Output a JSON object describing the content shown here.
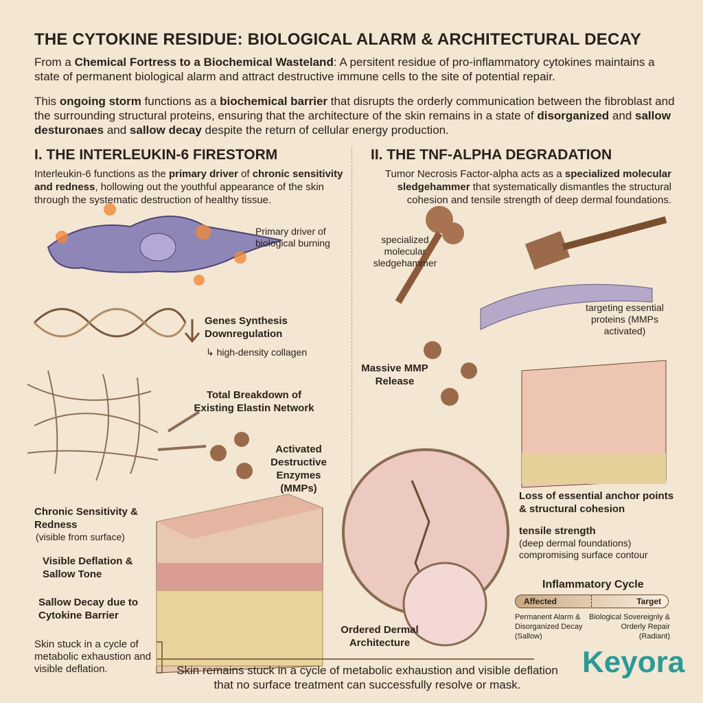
{
  "title": "THE CYTOKINE RESIDUE: BIOLOGICAL ALARM & ARCHITECTURAL DECAY",
  "intro1": {
    "a": "From a ",
    "b": "Chemical Fortress to a Biochemical Wasteland",
    "c": ": A persitent residue of pro-inflammatory cytokines maintains a state of permanent biological alarm and attract destructive immune cells to the site of potential repair."
  },
  "intro2": {
    "a": "This ",
    "b": "ongoing storm",
    "c": " functions as a ",
    "d": "biochemical barrier",
    "e": " that disrupts the orderly communication between the fibroblast and the surrounding structural proteins, ensuring that the architecture of the skin remains in a state of ",
    "f": "disorganized",
    "g": " and ",
    "h": "sallow desturonaes",
    "i": " and ",
    "j": "sallow decay",
    "k": " despite the return of cellular energy production."
  },
  "left": {
    "heading": "I. THE INTERLEUKIN-6 FIRESTORM",
    "desc": {
      "a": "Interleukin-6 functions as the ",
      "b": "primary driver",
      "c": " of ",
      "d": "chronic sensitivity and redness",
      "e": ", hollowing out the youthful appearance of the skin through the systematic destruction of healthy tissue."
    },
    "cell_label": "Primary driver of biological burning",
    "genes": "Genes Synthesis Downregulation",
    "collagen": "↳ high-density collagen",
    "elastin": "Total Breakdown of Existing Elastin Network",
    "enzymes": "Activated Destructive Enzymes (MMPs)",
    "chronic": "Chronic Sensitivity & Redness",
    "chronic_sub": "(visible from surface)",
    "deflation": "Visible Deflation & Sallow Tone",
    "sallow": "Sallow Decay due to Cytokine Barrier",
    "stuck": "Skin stuck in a cycle of metabolic exhaustion and visible deflation."
  },
  "right": {
    "heading": "II. THE TNF-ALPHA DEGRADATION",
    "desc": {
      "a": "Tumor Necrosis Factor-alpha acts as a ",
      "b": "specialized molecular sledgehammer",
      "c": " that systematically dismantles the structural cohesion and tensile strength of deep dermal foundations."
    },
    "hammer_label": "specialized molecular sledgehammer",
    "targeting": "targeting essential proteins (MMPs activated)",
    "mmp": "Massive MMP Release",
    "anchor": "Loss of essential anchor points & structural cohesion",
    "tensile": "tensile strength",
    "tensile_sub": "(deep dermal foundations) compromising surface contour",
    "ordered": "Ordered Dermal Architecture",
    "cycle": {
      "title": "Inflammatory Cycle",
      "affected": "Affected",
      "target": "Target",
      "left_text": "Permanent Alarm & Disorganized Decay (Sallow)",
      "right_text": "Biological Sovereignly & Orderly Repair (Radiant)"
    }
  },
  "footer": "Skin remains stuck in a cycle of metabolic exhaustion and visible deflation that no surface treatment can successfully resolve or mask.",
  "logo": "Keyora",
  "colors": {
    "background": "#f3e6d3",
    "logo": "#2a9a96",
    "accent": "#8a5a3a"
  }
}
